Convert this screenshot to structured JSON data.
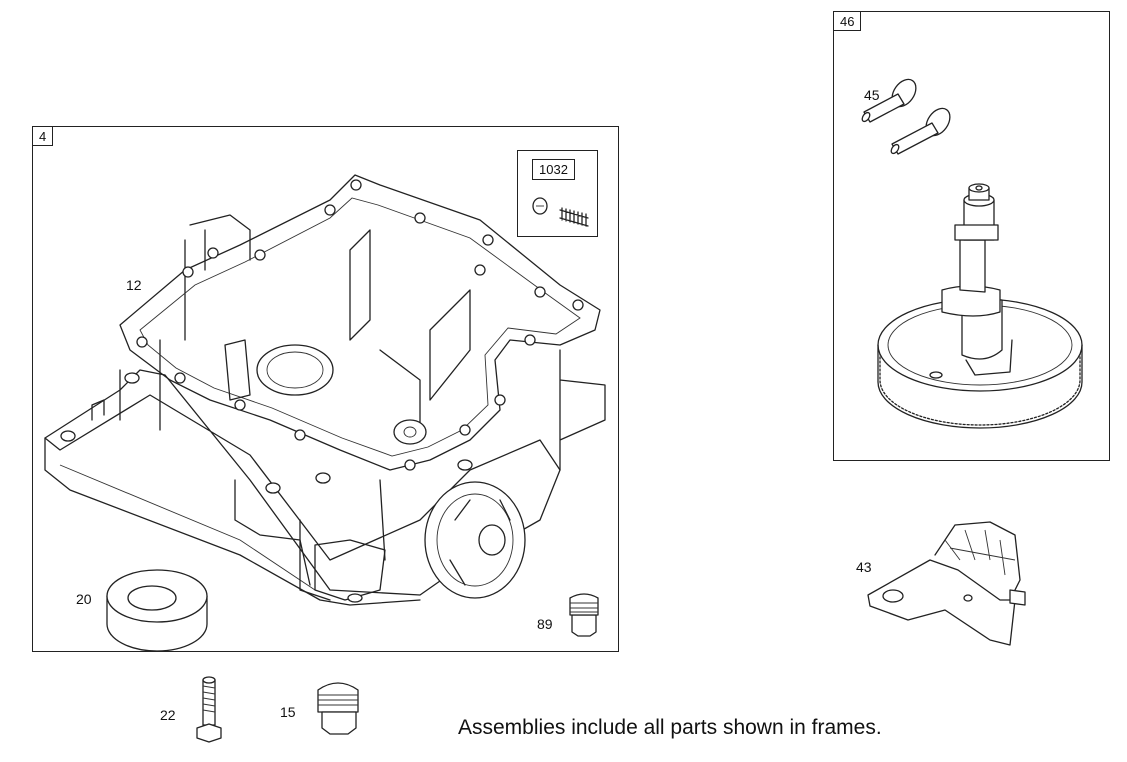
{
  "frames": {
    "crankcase": {
      "tag": "4"
    },
    "camshaft": {
      "tag": "46"
    }
  },
  "kit": {
    "tag": "1032"
  },
  "callouts": {
    "gasket": "12",
    "seal": "20",
    "plug_89": "89",
    "valve_lifter": "45",
    "governor": "43",
    "screw": "22",
    "plug_15": "15"
  },
  "note": "Assemblies include all parts shown in frames."
}
